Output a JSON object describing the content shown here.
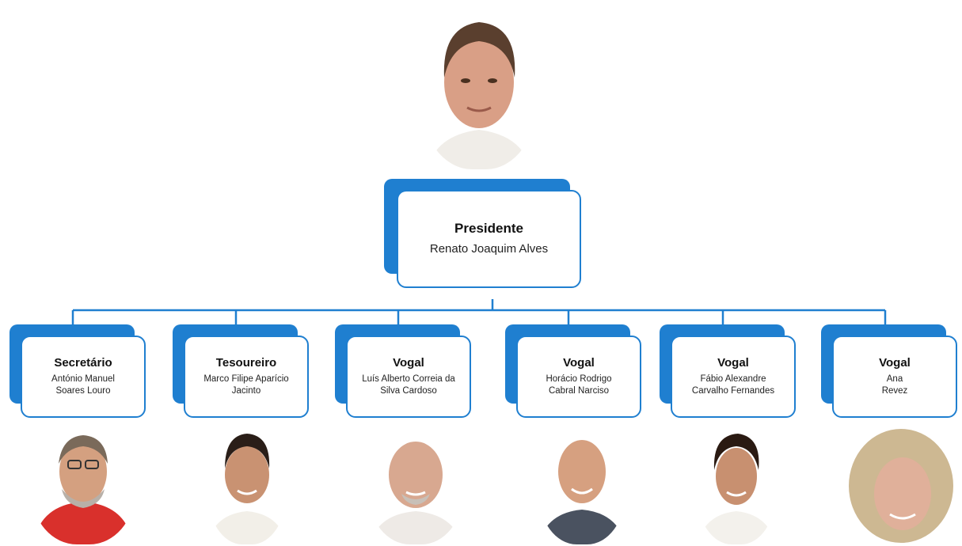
{
  "president": {
    "role": "Presidente",
    "name": "Renato Joaquim Alves"
  },
  "members": [
    {
      "role": "Secretário",
      "name_line1": "António Manuel",
      "name_line2": "Soares Louro"
    },
    {
      "role": "Tesoureiro",
      "name_line1": "Marco Filipe Aparício",
      "name_line2": "Jacinto"
    },
    {
      "role": "Vogal",
      "name_line1": "Luís Alberto Correia da",
      "name_line2": "Silva Cardoso"
    },
    {
      "role": "Vogal",
      "name_line1": "Horácio Rodrigo",
      "name_line2": "Cabral Narciso"
    },
    {
      "role": "Vogal",
      "name_line1": "Fábio Alexandre",
      "name_line2": "Carvalho Fernandes"
    },
    {
      "role": "Vogal",
      "name_line1": "Ana",
      "name_line2": "Revez"
    }
  ],
  "colors": {
    "accent": "#1f7fd0",
    "connector": "#1f7fd0"
  }
}
